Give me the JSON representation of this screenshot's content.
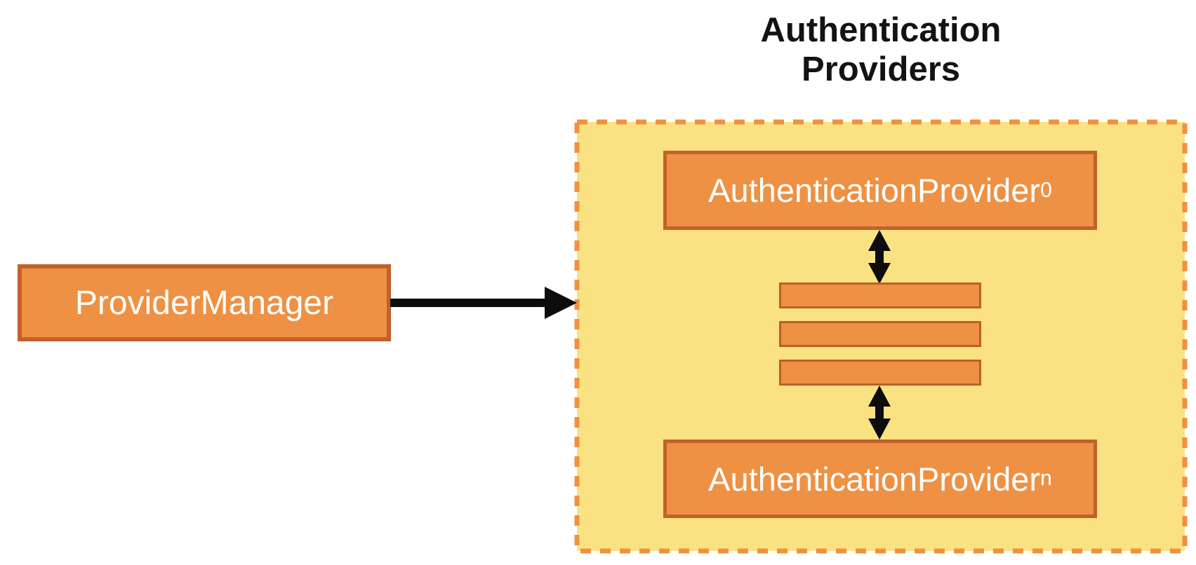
{
  "diagram": {
    "title": {
      "line1": "Authentication",
      "line2": "Providers"
    },
    "provider_manager": {
      "label": "ProviderManager"
    },
    "group": {
      "name": "Authentication Providers",
      "provider_first": {
        "label_base": "AuthenticationProvider",
        "label_sub": "0"
      },
      "provider_last": {
        "label_base": "AuthenticationProvider",
        "label_sub": "n"
      },
      "ellipsis_bars_count": 3
    },
    "connections": [
      {
        "from": "ProviderManager",
        "to": "Authentication Providers group",
        "style": "single-arrow-right"
      },
      {
        "from": "AuthenticationProvider0",
        "to": "ellipsis-bars",
        "style": "double-arrow-vertical"
      },
      {
        "from": "ellipsis-bars",
        "to": "AuthenticationProvidern",
        "style": "double-arrow-vertical"
      }
    ],
    "colors": {
      "box_fill": "#EE9144",
      "box_border": "#C2612B",
      "bar_border": "#BC5F26",
      "group_fill": "#FAE282",
      "group_dashed_border": "#F0913F",
      "arrow": "#0D0D0D",
      "title_text": "#131313",
      "box_text": "#FFFFFF",
      "background": "#FFFFFF"
    }
  }
}
